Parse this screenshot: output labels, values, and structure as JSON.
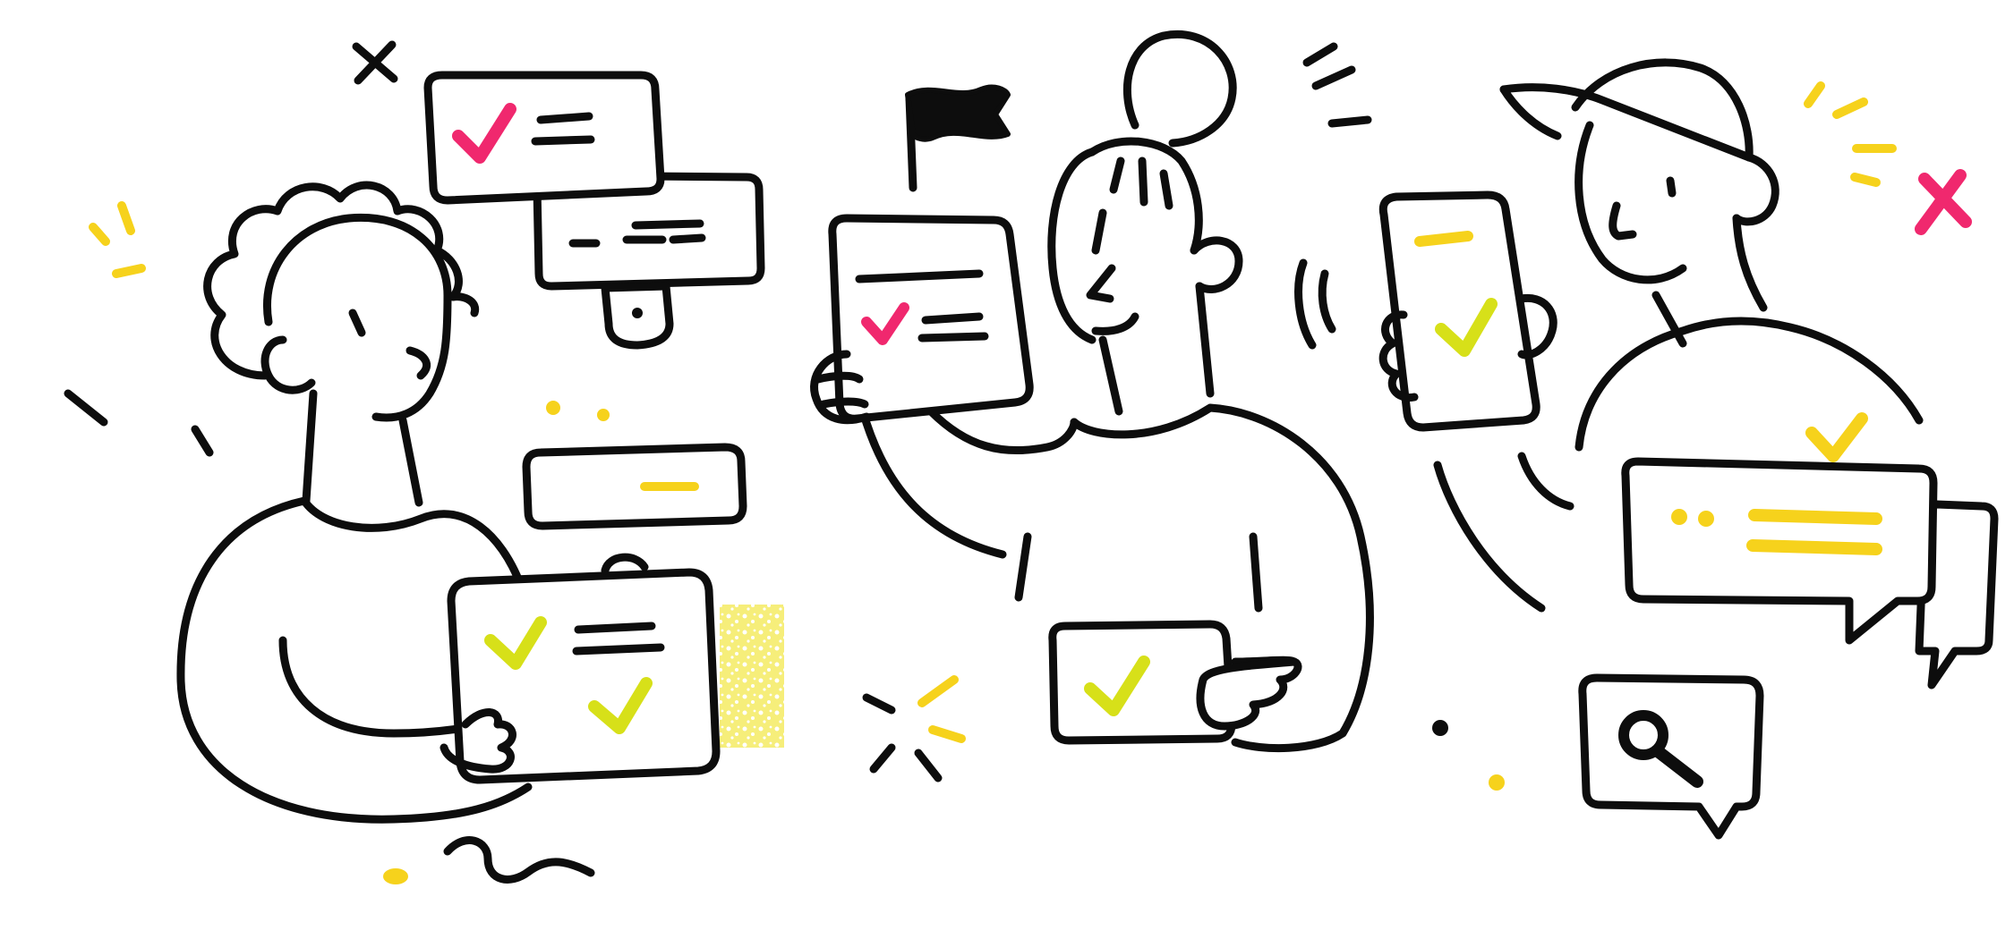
{
  "colors": {
    "ink": "#0d0d0d",
    "background": "#ffffff",
    "pink_accent": "#f0286e",
    "lime_accent": "#d7e019",
    "yellow_accent": "#f6d21c",
    "pale_yellow_texture": "#f3ef8f"
  },
  "icons": {
    "flag": "flag-icon",
    "search": "search-icon",
    "checkmark": "checkmark-icon",
    "close_marks": "x-icon"
  },
  "scene": {
    "people": [
      {
        "role": "curly-haired person holding a checklist clipboard"
      },
      {
        "role": "person with a hair bun holding a checklist and a card"
      },
      {
        "role": "person in a cap holding a phone"
      }
    ]
  }
}
